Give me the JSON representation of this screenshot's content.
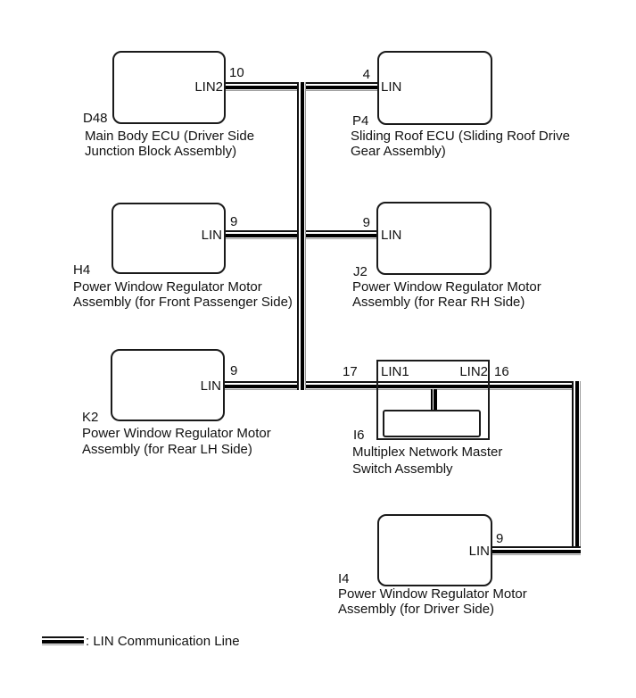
{
  "legend": {
    "label": ": LIN Communication Line",
    "line_color": "#000000"
  },
  "nodes": [
    {
      "code": "D48",
      "port": "LIN2",
      "pin": "10",
      "caption1": "Main Body ECU (Driver Side",
      "caption2": "Junction Block Assembly)"
    },
    {
      "code": "P4",
      "port": "LIN",
      "pin": "4",
      "caption1": "Sliding Roof ECU (Sliding Roof Drive",
      "caption2": "Gear Assembly)"
    },
    {
      "code": "H4",
      "port": "LIN",
      "pin": "9",
      "caption1": "Power Window Regulator Motor",
      "caption2": "Assembly (for Front Passenger Side)"
    },
    {
      "code": "J2",
      "port": "LIN",
      "pin": "9",
      "caption1": "Power Window Regulator Motor",
      "caption2": "Assembly (for Rear RH Side)"
    },
    {
      "code": "K2",
      "port": "LIN",
      "pin": "9",
      "caption1": "Power Window Regulator Motor",
      "caption2": "Assembly (for Rear LH Side)"
    },
    {
      "code": "I6",
      "port_left": "LIN1",
      "pin_left": "17",
      "port_right": "LIN2",
      "pin_right": "16",
      "caption1": "Multiplex Network Master",
      "caption2": "Switch Assembly"
    },
    {
      "code": "I4",
      "port": "LIN",
      "pin": "9",
      "caption1": "Power Window Regulator Motor",
      "caption2": "Assembly (for Driver Side)"
    }
  ],
  "connections": [
    {
      "from": "D48 pin 10 (LIN2)",
      "to": "P4 pin 4 (LIN)",
      "via": "LIN trunk"
    },
    {
      "from": "H4 pin 9 (LIN)",
      "to": "J2 pin 9 (LIN)",
      "via": "LIN trunk"
    },
    {
      "from": "K2 pin 9 (LIN)",
      "to": "I6 pin 17 (LIN1)",
      "via": "LIN trunk"
    },
    {
      "from": "I6 pin 16 (LIN2)",
      "to": "I4 pin 9 (LIN)",
      "via": "LIN line"
    }
  ]
}
